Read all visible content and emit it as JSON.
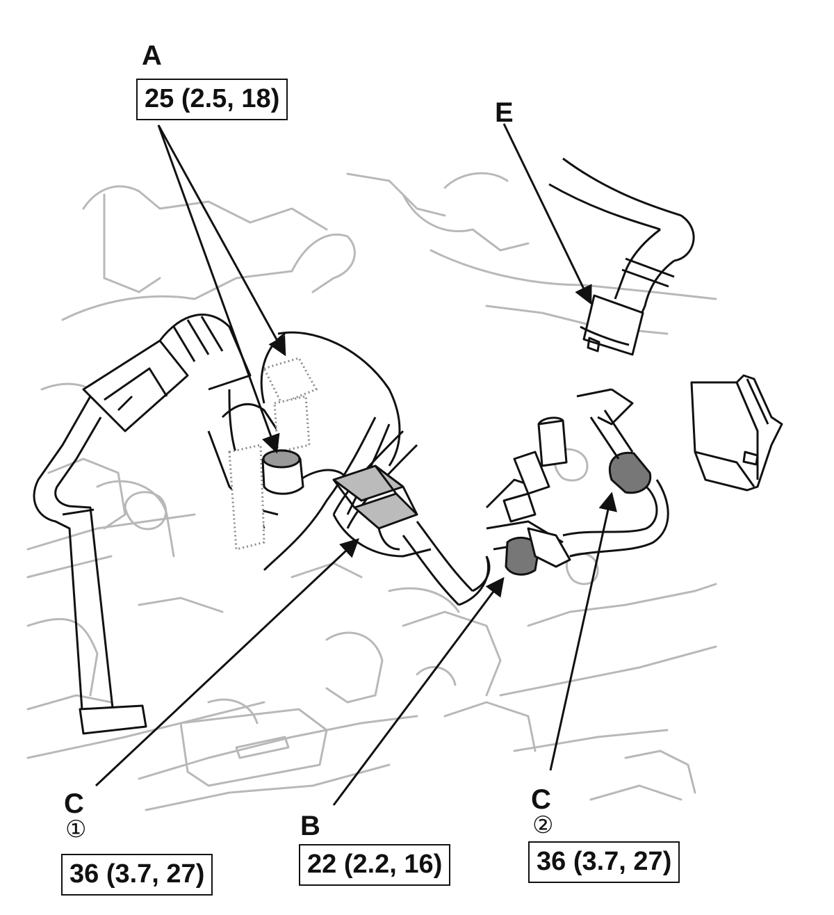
{
  "callouts": {
    "a": {
      "letter": "A",
      "torque": "25 (2.5, 18)"
    },
    "e": {
      "letter": "E"
    },
    "c1": {
      "letter": "C",
      "step": "①",
      "torque": "36 (3.7, 27)"
    },
    "b": {
      "letter": "B",
      "torque": "22 (2.2, 16)"
    },
    "c2": {
      "letter": "C",
      "step": "②",
      "torque": "36 (3.7, 27)"
    }
  },
  "colors": {
    "line": "#111111",
    "background_line": "#b8b8b8",
    "dot": "#888888"
  }
}
